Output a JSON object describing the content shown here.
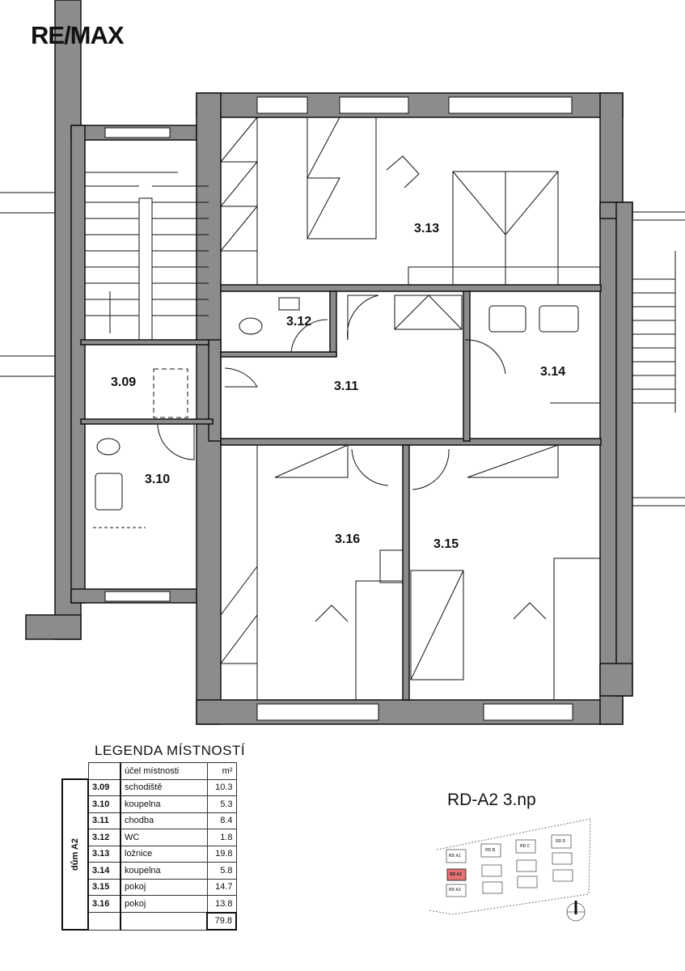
{
  "logo": "RE/MAX",
  "rooms": {
    "r309": "3.09",
    "r310": "3.10",
    "r311": "3.11",
    "r312": "3.12",
    "r313": "3.13",
    "r314": "3.14",
    "r315": "3.15",
    "r316": "3.16"
  },
  "legend": {
    "title": "LEGENDA MÍSTNOSTÍ",
    "col_use": "účel místnosti",
    "col_area": "m²",
    "side_label": "dům A2",
    "rows": [
      {
        "num": "3.09",
        "use": "schodiště",
        "area": "10.3"
      },
      {
        "num": "3.10",
        "use": "koupelna",
        "area": "5.3"
      },
      {
        "num": "3.11",
        "use": "chodba",
        "area": "8.4"
      },
      {
        "num": "3.12",
        "use": "WC",
        "area": "1.8"
      },
      {
        "num": "3.13",
        "use": "ložnice",
        "area": "19.8"
      },
      {
        "num": "3.14",
        "use": "koupelna",
        "area": "5.8"
      },
      {
        "num": "3.15",
        "use": "pokoj",
        "area": "14.7"
      },
      {
        "num": "3.16",
        "use": "pokoj",
        "area": "13.8"
      }
    ],
    "total": "79.8"
  },
  "plan_title": "RD-A2  3.np",
  "site_plan": {
    "labels": [
      "RD A1",
      "RD A2",
      "RD A3",
      "RD B",
      "RD C",
      "RD D"
    ],
    "highlight_color": "#e57373"
  },
  "colors": {
    "wall": "#8c8c8c",
    "line": "#111111"
  }
}
